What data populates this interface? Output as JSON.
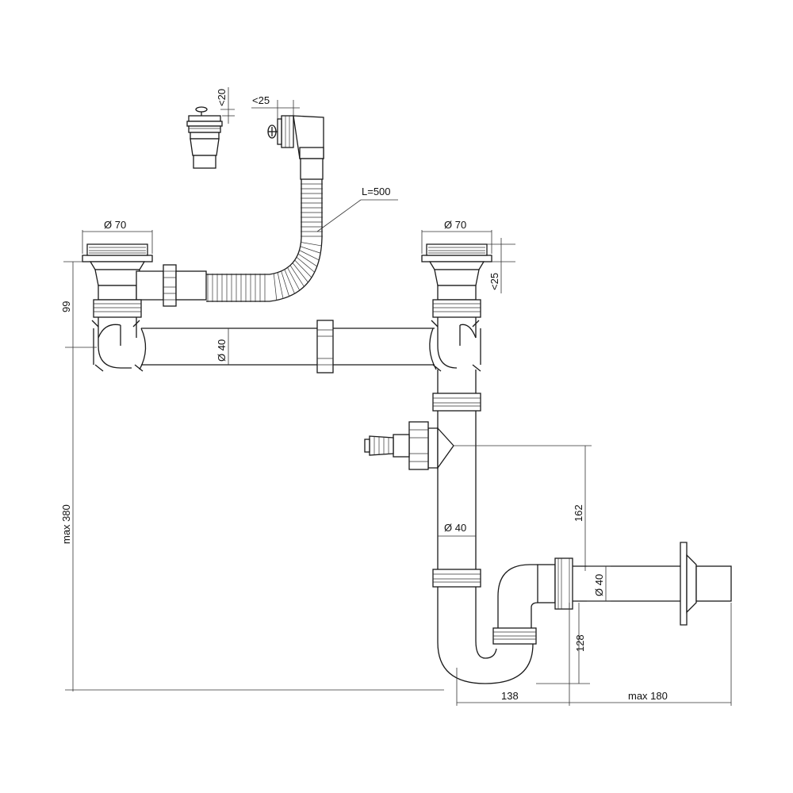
{
  "drawing": {
    "labels": {
      "plug_height": "<20",
      "overflow_width": "<25",
      "hose_length": "L=500",
      "left_outlet_diameter": "Ø 70",
      "right_outlet_diameter": "Ø 70",
      "right_outlet_height": "<25",
      "left_height": "99",
      "crossbar_diameter": "Ø 40",
      "vertical_diameter": "Ø 40",
      "outlet_diameter": "Ø 40",
      "total_height": "max 380",
      "side_inlet_height": "162",
      "trap_height": "128",
      "trap_width": "138",
      "outlet_length": "max 180"
    }
  }
}
